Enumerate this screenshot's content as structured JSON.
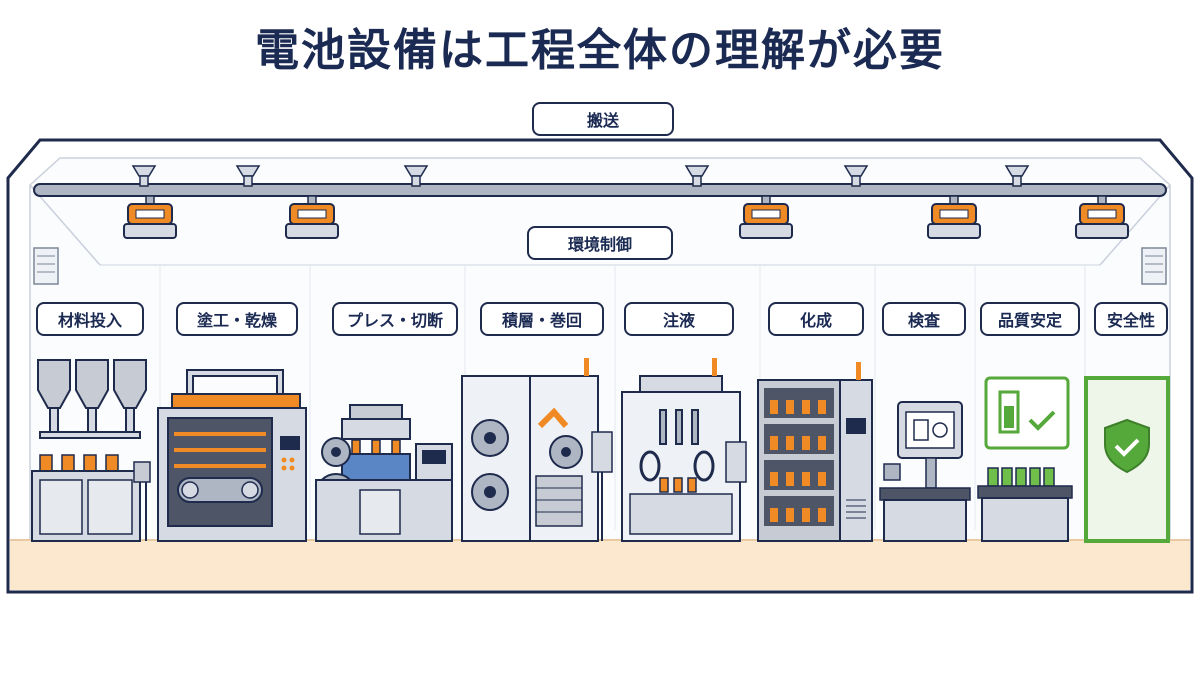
{
  "title": "電池設備は工程全体の理解が必要",
  "transport_label": "搬送",
  "environment_label": "環境制御",
  "stations": [
    {
      "label": "材料投入"
    },
    {
      "label": "塗工・乾燥"
    },
    {
      "label": "プレス・切断"
    },
    {
      "label": "積層・巻回"
    },
    {
      "label": "注液"
    },
    {
      "label": "化成"
    },
    {
      "label": "検査"
    },
    {
      "label": "品質安定"
    },
    {
      "label": "安全性"
    }
  ],
  "colors": {
    "navy": "#1f2b4d",
    "orange": "#f08a24",
    "steel": "#d3d8df",
    "floor": "#fbe8cf",
    "green": "#55a83a"
  }
}
